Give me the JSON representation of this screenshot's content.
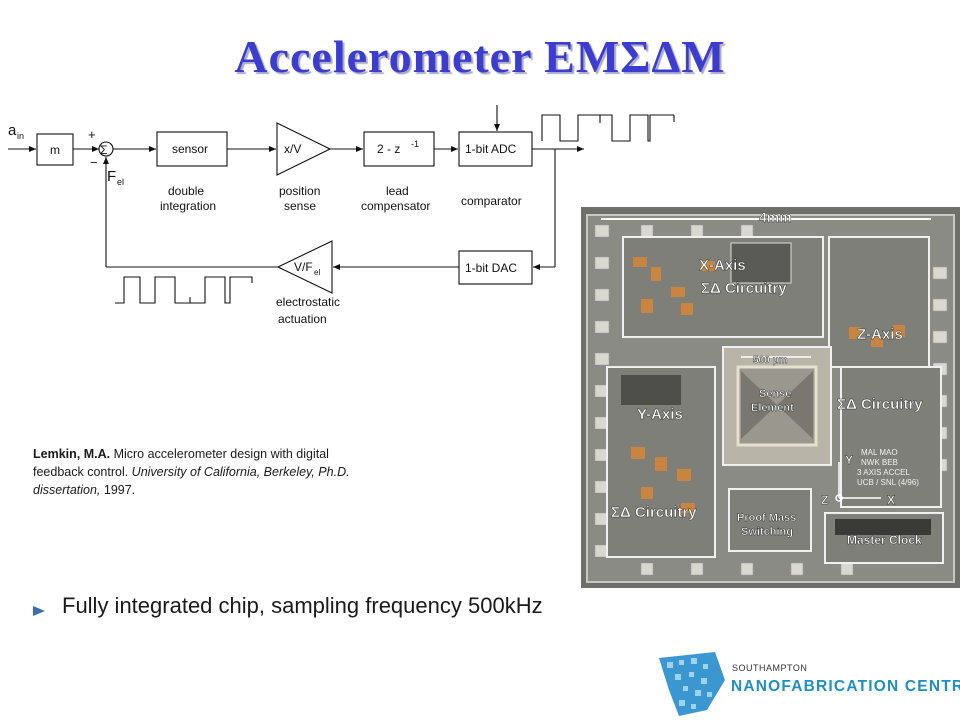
{
  "title": "Accelerometer EMΣΔM",
  "diagram": {
    "input_label": "a",
    "input_sub": "in",
    "plus": "+",
    "minus": "−",
    "feedback_label": "F",
    "feedback_sub": "el",
    "blocks": {
      "m": "m",
      "sum": "Σ",
      "sensor": "sensor",
      "xv": "x/V",
      "lead": "2 - z",
      "lead_sup": "-1",
      "adc": "1-bit ADC",
      "dac": "1-bit DAC",
      "vf": "V/F",
      "vf_sub": "el"
    },
    "captions": {
      "double1": "double",
      "double2": "integration",
      "pos1": "position",
      "pos2": "sense",
      "lead1": "lead",
      "lead2": "compensator",
      "comparator": "comparator",
      "es1": "electrostatic",
      "es2": "actuation"
    }
  },
  "chip": {
    "scale": "4mm",
    "x_axis1": "X-Axis",
    "x_axis2": "ΣΔ Circuitry",
    "z_axis1": "Z-Axis",
    "z_axis2": "ΣΔ Circuitry",
    "y_axis1": "Y-Axis",
    "y_axis2": "ΣΔ Circuitry",
    "sense_scale": "500 μm",
    "sense1": "Sense",
    "sense2": "Element",
    "proof1": "Proof Mass",
    "proof2": "Switching",
    "clock": "Master Clock",
    "axis_y": "Y",
    "axis_z": "Z",
    "axis_x": "X",
    "ids1": "MAL  MAO",
    "ids2": "NWK  BEB",
    "ids3": "3 AXIS ACCEL",
    "ids4": "UCB / SNL (4/96)"
  },
  "citation": {
    "author": "Lemkin, M.A.",
    "title": " Micro accelerometer design with digital feedback control. ",
    "publisher": "University of California, Berkeley, Ph.D. dissertation,",
    "year": " 1997."
  },
  "bullet": "Fully integrated chip, sampling frequency 500kHz",
  "logo": {
    "top": "SOUTHAMPTON",
    "main": "NANOFABRICATION CENTRE"
  },
  "colors": {
    "title": "#3c3ccf",
    "logo_blue": "#1d8fc6",
    "chip_bg": "#6e6f6a"
  }
}
